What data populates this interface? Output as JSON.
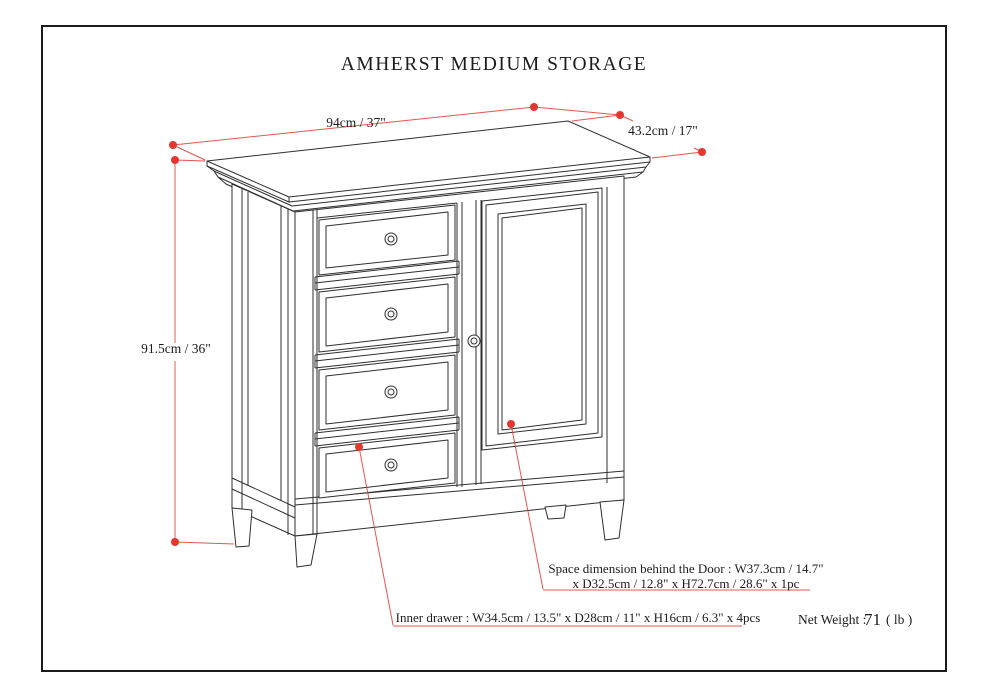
{
  "page": {
    "title": "AMHERST MEDIUM STORAGE"
  },
  "dimensions": {
    "width_label": "94cm / 37\"",
    "depth_label": "43.2cm / 17\"",
    "height_label": "91.5cm / 36\""
  },
  "annotations": {
    "door_space_line1": "Space dimension behind the Door  : W37.3cm / 14.7\"",
    "door_space_line2": "x D32.5cm / 12.8\" x H72.7cm / 28.6\" x 1pc",
    "inner_drawer": "Inner drawer  : W34.5cm / 13.5\" x D28cm / 11\" x H16cm / 6.3\" x 4pcs",
    "net_weight_label": "Net Weight :",
    "net_weight_value": "71",
    "net_weight_unit": "( lb )"
  },
  "colors": {
    "accent_red": "#e4372e",
    "ink": "#2f2f2f"
  }
}
